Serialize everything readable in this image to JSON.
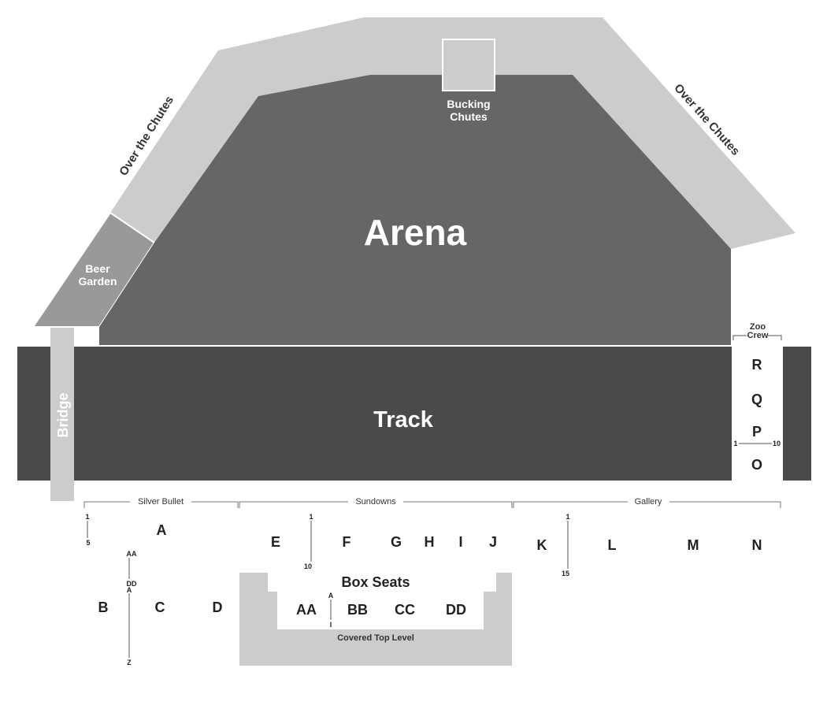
{
  "areas": {
    "arena": "Arena",
    "track": "Track",
    "bridge": "Bridge",
    "beer_garden": [
      "Beer",
      "Garden"
    ],
    "bucking_chutes": [
      "Bucking",
      "Chutes"
    ],
    "over_chutes_left": "Over the Chutes",
    "over_chutes_right": "Over the Chutes",
    "zoo_crew": [
      "Zoo",
      "Crew"
    ],
    "box_seats": "Box Seats",
    "covered_top": "Covered Top Level"
  },
  "sections": {
    "zoo": [
      "R",
      "Q",
      "P",
      "O"
    ],
    "silver_bullet": {
      "title": "Silver Bullet",
      "A": "A",
      "B": "B",
      "C": "C",
      "D": "D"
    },
    "sundowns": {
      "title": "Sundowns",
      "E": "E",
      "F": "F",
      "G": "G",
      "H": "H",
      "I": "I",
      "J": "J"
    },
    "gallery": {
      "title": "Gallery",
      "K": "K",
      "L": "L",
      "M": "M",
      "N": "N"
    },
    "box": {
      "AA": "AA",
      "BB": "BB",
      "CC": "CC",
      "DD": "DD"
    }
  },
  "row_markers": {
    "a_top": "1",
    "a_bottom": "5",
    "bc_top": "AA",
    "bc_mid1": "DD",
    "bc_mid2": "A",
    "bc_bottom": "Z",
    "f_top": "1",
    "f_bottom": "10",
    "k_top": "1",
    "k_bottom": "15",
    "p_left": "1",
    "p_right": "10",
    "box_top": "A",
    "box_bottom": "I"
  },
  "colors": {
    "arena": "#666666",
    "track": "#4a4a4a",
    "outer": "#cccccc",
    "beer_garden": "#999999",
    "seats": "#ffffff"
  }
}
